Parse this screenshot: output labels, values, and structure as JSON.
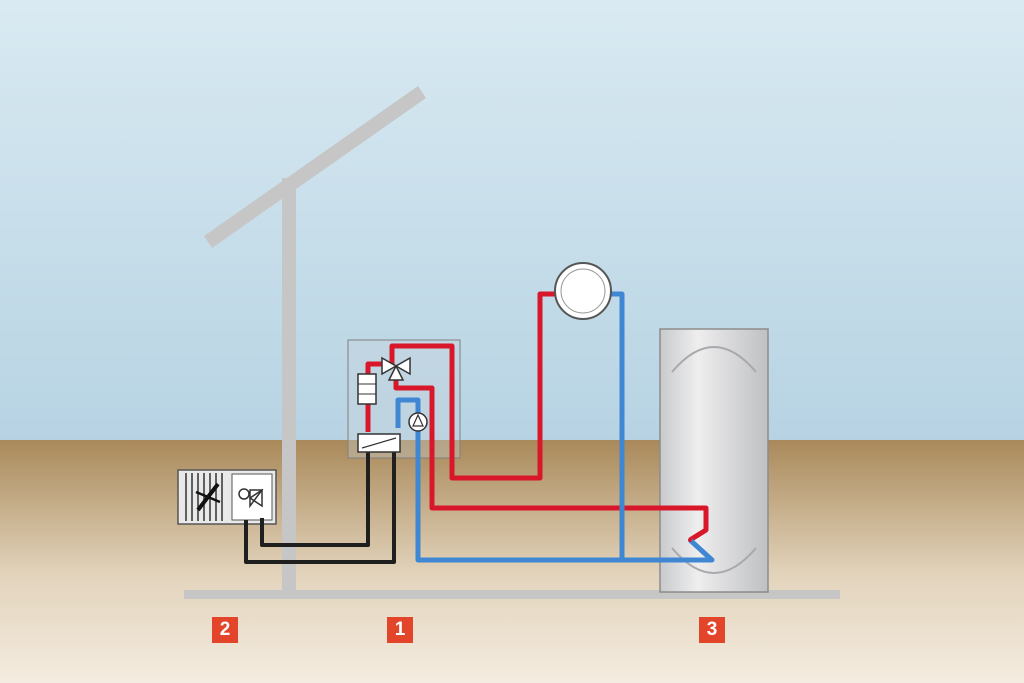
{
  "colors": {
    "sky_top": "#d9eaf2",
    "sky_bottom": "#b7d3e3",
    "ground_top": "#a9895a",
    "ground_bottom": "#f4ece0",
    "structure_grey": "#c6c6c6",
    "hot_pipe": "#d8182a",
    "cold_pipe": "#3f86d3",
    "refrigerant_pipe": "#1f1f1f",
    "badge": "#e2452a"
  },
  "labels": {
    "heat_pump_unit": "1",
    "outdoor_unit": "2",
    "storage_tank": "3"
  },
  "icons": {
    "outdoor_fan": "fan-icon",
    "expansion_valve": "expansion-valve-icon",
    "three_way_valve": "three-way-valve-icon",
    "filter": "filter-icon",
    "circulation_pump": "pump-icon",
    "heat_exchanger": "heat-exchanger-icon",
    "radiator": "radiator-icon",
    "tank_coil": "heating-coil-icon"
  }
}
